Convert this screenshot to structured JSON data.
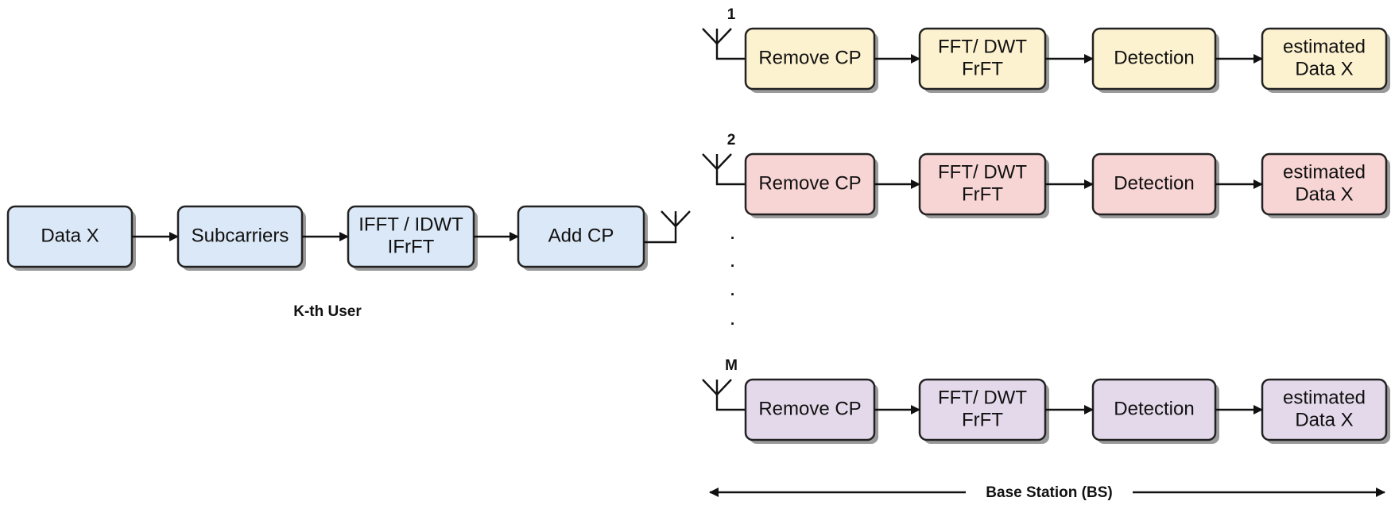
{
  "colors": {
    "user": "#dbe8f7",
    "branch_1": "#fdf2cf",
    "branch_2": "#f8d5d5",
    "branch_m": "#e3d9ea"
  },
  "user": {
    "label": "K-th User",
    "blocks": [
      {
        "id": "data-x",
        "lines": [
          "Data X"
        ]
      },
      {
        "id": "subcarriers",
        "lines": [
          "Subcarriers"
        ]
      },
      {
        "id": "ifft",
        "lines": [
          "IFFT / IDWT",
          "IFrFT"
        ]
      },
      {
        "id": "add-cp",
        "lines": [
          "Add CP"
        ]
      }
    ]
  },
  "base_station": {
    "label": "Base Station (BS)",
    "branches": [
      {
        "antenna_label": "1",
        "color_key": "branch_1",
        "blocks": [
          [
            "Remove CP"
          ],
          [
            "FFT/ DWT",
            "FrFT"
          ],
          [
            "Detection"
          ],
          [
            "estimated",
            "Data X"
          ]
        ]
      },
      {
        "antenna_label": "2",
        "color_key": "branch_2",
        "blocks": [
          [
            "Remove CP"
          ],
          [
            "FFT/ DWT",
            "FrFT"
          ],
          [
            "Detection"
          ],
          [
            "estimated",
            "Data X"
          ]
        ]
      },
      {
        "antenna_label": "M",
        "color_key": "branch_m",
        "blocks": [
          [
            "Remove CP"
          ],
          [
            "FFT/ DWT",
            "FrFT"
          ],
          [
            "Detection"
          ],
          [
            "estimated",
            "Data X"
          ]
        ]
      }
    ],
    "ellipsis": [
      "·",
      "·",
      "·",
      "·"
    ]
  }
}
